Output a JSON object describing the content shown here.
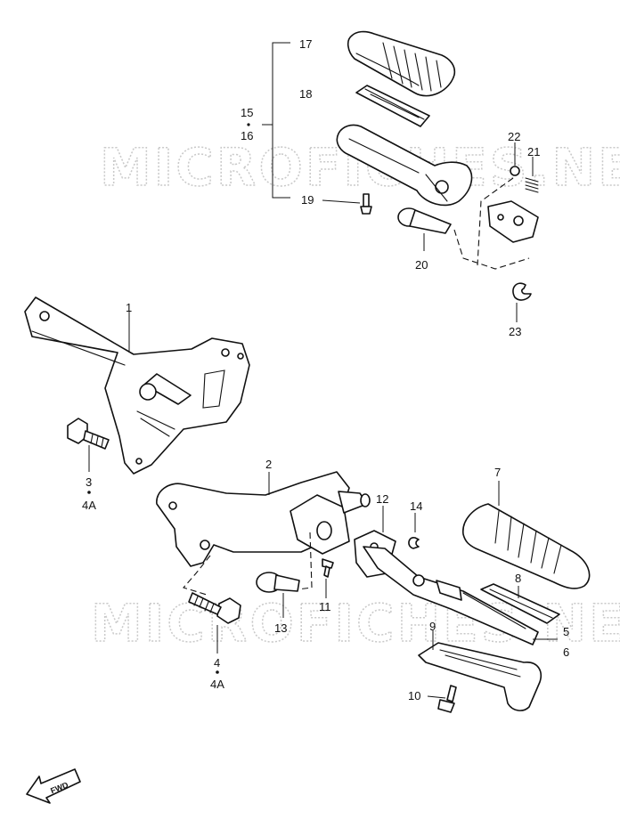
{
  "watermark": "MICROFICHES.NET",
  "fwd_label": "FWD",
  "callouts": {
    "c1": "1",
    "c2": "2",
    "c3": "3",
    "c3a": "4A",
    "c4": "4",
    "c4a": "4A",
    "c5": "5",
    "c6": "6",
    "c7": "7",
    "c8": "8",
    "c9": "9",
    "c10": "10",
    "c11": "11",
    "c12": "12",
    "c13": "13",
    "c14": "14",
    "c15": "15",
    "c16": "16",
    "c17": "17",
    "c18": "18",
    "c19": "19",
    "c20": "20",
    "c21": "21",
    "c22": "22",
    "c23": "23"
  }
}
